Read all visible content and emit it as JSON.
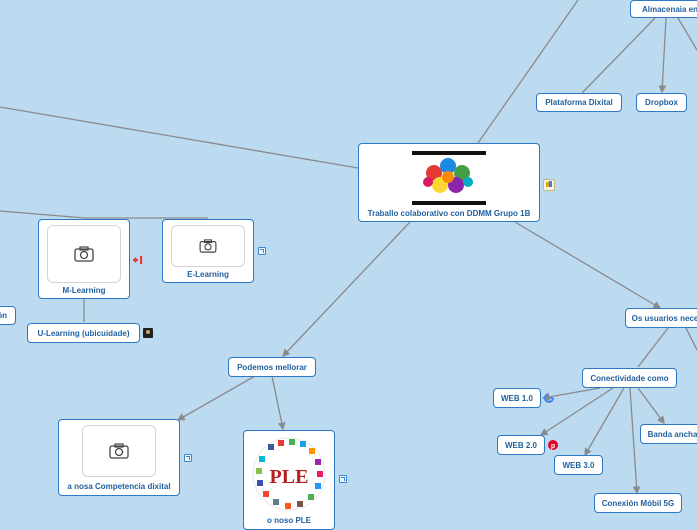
{
  "central": {
    "label": "Traballo colaborativo con DDMM Grupo 1B"
  },
  "nodes": {
    "almacenaia": "Almacenaia en",
    "plataforma": "Plataforma Dixital",
    "dropbox": "Dropbox",
    "usuarios": "Os usuarios nece",
    "conectividade": "Conectividade como",
    "web1": "WEB 1.0",
    "web2": "WEB 2.0",
    "web3": "WEB 3.0",
    "banda": "Banda ancha",
    "conexion5g": "Conexión Móbil 5G",
    "podemos": "Podemos mellorar",
    "competencia": "a nosa Competencia dixital",
    "ple": "o noso PLE",
    "mlearning": "M-Learning",
    "elearning": "E-Learning",
    "ulearning": "U-Learning (ubicuidade)",
    "left_partial": "ón"
  },
  "ple_image": {
    "letters": "PLE"
  },
  "colors": {
    "background": "#bcdaf0",
    "node_border": "#2f78c2",
    "node_text": "#1f5f9e",
    "connector": "#8a8a8a"
  }
}
